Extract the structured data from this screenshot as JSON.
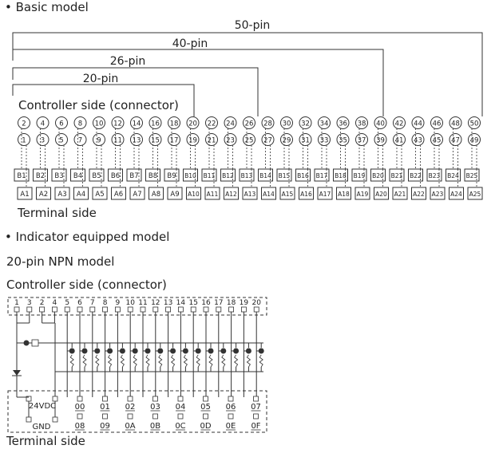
{
  "headings": {
    "basic_model": "Basic model",
    "indicator_model": "Indicator equipped model",
    "npn_model": "20-pin NPN model"
  },
  "bullet": "•",
  "labels": {
    "controller_side_basic": "Controller side (connector)",
    "terminal_side_basic": "Terminal side",
    "controller_side_npn": "Controller side (connector)",
    "terminal_side_npn": "Terminal side"
  },
  "brackets": [
    "50-pin",
    "40-pin",
    "26-pin",
    "20-pin"
  ],
  "basic": {
    "even_pins": [
      "2",
      "4",
      "6",
      "8",
      "10",
      "12",
      "14",
      "16",
      "18",
      "20",
      "22",
      "24",
      "26",
      "28",
      "30",
      "32",
      "34",
      "36",
      "38",
      "40",
      "42",
      "44",
      "46",
      "48",
      "50"
    ],
    "odd_pins": [
      "1",
      "3",
      "5",
      "7",
      "9",
      "11",
      "13",
      "15",
      "17",
      "19",
      "21",
      "23",
      "25",
      "27",
      "29",
      "31",
      "33",
      "35",
      "37",
      "39",
      "41",
      "43",
      "45",
      "47",
      "49"
    ],
    "b_terminals": [
      "B1",
      "B2",
      "B3",
      "B4",
      "B5",
      "B6",
      "B7",
      "B8",
      "B9",
      "B10",
      "B11",
      "B12",
      "B13",
      "B14",
      "B15",
      "B16",
      "B17",
      "B18",
      "B19",
      "B20",
      "B21",
      "B22",
      "B23",
      "B24",
      "B25"
    ],
    "a_terminals": [
      "A1",
      "A2",
      "A3",
      "A4",
      "A5",
      "A6",
      "A7",
      "A8",
      "A9",
      "A10",
      "A11",
      "A12",
      "A13",
      "A14",
      "A15",
      "A16",
      "A17",
      "A18",
      "A19",
      "A20",
      "A21",
      "A22",
      "A23",
      "A24",
      "A25"
    ]
  },
  "npn": {
    "top_pins": [
      "1",
      "3",
      "2",
      "4",
      "5",
      "6",
      "7",
      "8",
      "9",
      "10",
      "11",
      "12",
      "13",
      "14",
      "15",
      "16",
      "17",
      "18",
      "19",
      "20"
    ],
    "power_label": "24VDC",
    "gnd_label": "GND",
    "upper_terminals": [
      "00",
      "01",
      "02",
      "03",
      "04",
      "05",
      "06",
      "07"
    ],
    "lower_terminals": [
      "08",
      "09",
      "0A",
      "0B",
      "0C",
      "0D",
      "0E",
      "0F"
    ]
  }
}
